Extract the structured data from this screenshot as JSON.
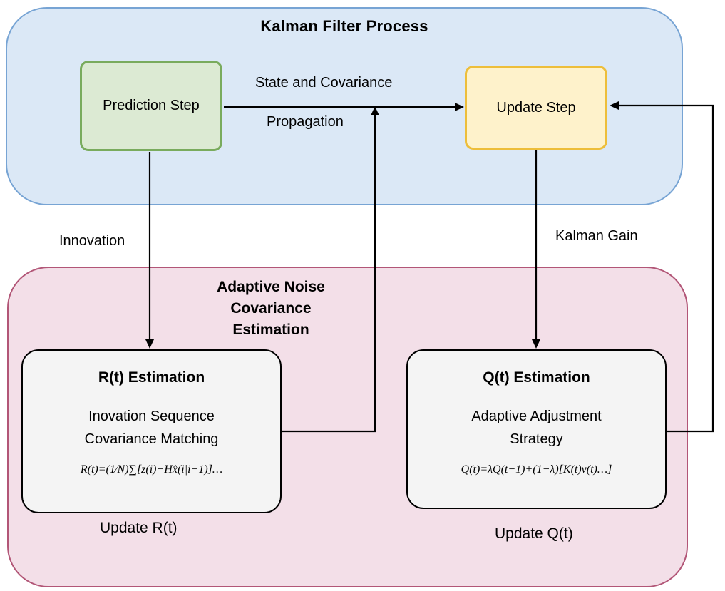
{
  "colors": {
    "kalman_container_fill": "#dbe8f6",
    "kalman_container_border": "#77a4d4",
    "prediction_fill": "#dcead3",
    "prediction_border": "#79ab5d",
    "update_fill": "#fef2cb",
    "update_border": "#edbe3a",
    "adaptive_container_fill": "#f3dfe8",
    "adaptive_container_border": "#b25677",
    "estimation_box_fill": "#f4f4f4",
    "estimation_box_border": "#000000",
    "arrow_color": "#000000",
    "text_color": "#000000"
  },
  "kalman_process": {
    "title": "Kalman Filter Process",
    "prediction_step": "Prediction Step",
    "update_step": "Update Step"
  },
  "labels": {
    "propagation_line1": "State and Covariance",
    "propagation_line2": "Propagation",
    "innovation": "Innovation",
    "kalman_gain": "Kalman Gain",
    "update_r": "Update R(t)",
    "update_q": "Update Q(t)"
  },
  "adaptive_estimation": {
    "title_line1": "Adaptive Noise",
    "title_line2": "Covariance",
    "title_line3": "Estimation",
    "r_estimation": {
      "title": "R(t) Estimation",
      "method_line1": "Inovation Sequence",
      "method_line2": "Covariance Matching",
      "formula": "R(t)=(1⁄N)∑[z(i)−Hx̂(i|i−1)]…"
    },
    "q_estimation": {
      "title": "Q(t) Estimation",
      "method_line1": "Adaptive Adjustment",
      "method_line2": "Strategy",
      "formula": "Q(t)=λQ(t−1)+(1−λ)[K(t)v(t)…]"
    }
  }
}
